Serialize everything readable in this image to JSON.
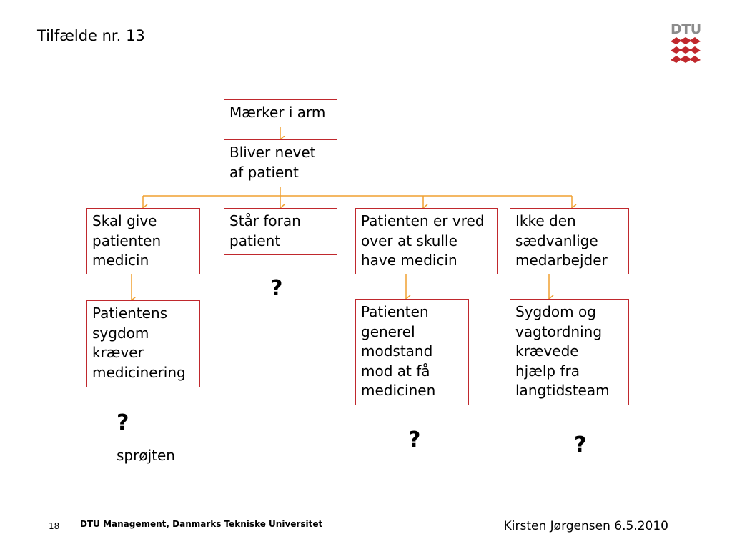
{
  "title": "Tilfælde nr. 13",
  "logo": {
    "text": "DTU",
    "color": "#c0282d"
  },
  "accent_colors": {
    "box_border": "#c0282d",
    "connector": "#f0a030"
  },
  "diagram": {
    "root": "Mærker i arm",
    "level1": "Bliver nevet af patient",
    "branches": [
      {
        "label": "Skal give patienten medicin",
        "child": "Patientens sygdom kræver medicinering"
      },
      {
        "label": "Står foran patient",
        "child": ""
      },
      {
        "label": "Patienten er vred over at skulle have medicin",
        "child": "Patienten generel modstand mod at få medicinen"
      },
      {
        "label": "Ikke den sædvanlige medarbejder",
        "child": "Sygdom og vagtordning krævede hjælp fra langtidsteam"
      }
    ],
    "question_mark": "?",
    "note": "sprøjten"
  },
  "footer": {
    "page_number": "18",
    "organization": "DTU Management, Danmarks Tekniske Universitet",
    "author_date": "Kirsten Jørgensen 6.5.2010"
  }
}
